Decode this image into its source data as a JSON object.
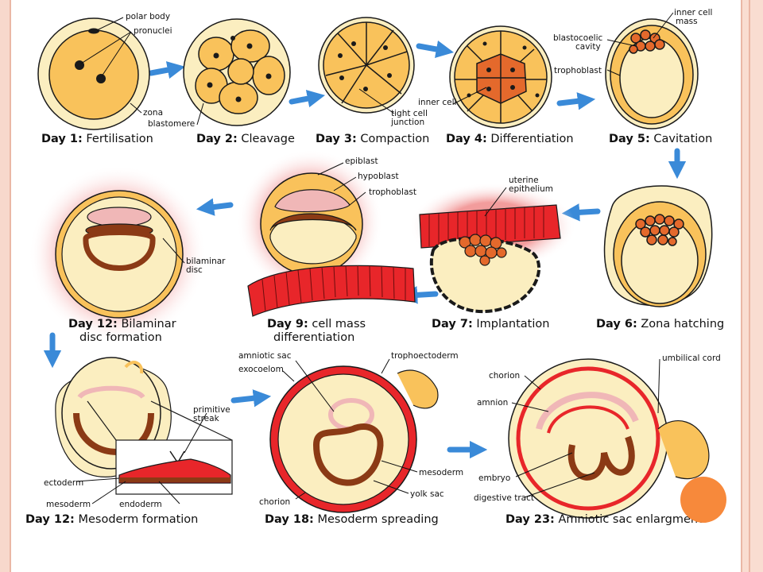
{
  "stages": [
    {
      "day": "Day 1:",
      "name": "Fertilisation"
    },
    {
      "day": "Day 2:",
      "name": "Cleavage"
    },
    {
      "day": "Day 3:",
      "name": "Compaction"
    },
    {
      "day": "Day 4:",
      "name": "Differentiation"
    },
    {
      "day": "Day 5:",
      "name": "Cavitation"
    },
    {
      "day": "Day 6:",
      "name": "Zona hatching"
    },
    {
      "day": "Day 7:",
      "name": "Implantation"
    },
    {
      "day": "Day 9:",
      "name": "cell mass",
      "name2": "differentiation"
    },
    {
      "day": "Day 12:",
      "name": "Bilaminar",
      "name2": "disc formation"
    },
    {
      "day": "Day 12:",
      "name": "Mesoderm formation"
    },
    {
      "day": "Day 18:",
      "name": "Mesoderm spreading"
    },
    {
      "day": "Day 23:",
      "name": "Amniotic sac enlargment"
    }
  ],
  "labels": {
    "polar_body": "polar body",
    "pronuclei": "pronuclei",
    "zona": "zona",
    "blastomere": "blastomere",
    "tight_cell": "tight cell",
    "junction": "junction",
    "inner_cell": "inner cell",
    "inner_cell_mass_1": "inner cell",
    "inner_cell_mass_2": "mass",
    "blastocoelic_1": "blastocoelic",
    "blastocoelic_2": "cavity",
    "trophoblast": "trophoblast",
    "uterine_1": "uterine",
    "uterine_2": "epithelium",
    "epiblast": "epiblast",
    "hypoblast": "hypoblast",
    "trophoblast_9": "trophoblast",
    "bilaminar_1": "bilaminar",
    "bilaminar_2": "disc",
    "primitive_1": "primitive",
    "primitive_2": "streak",
    "ectoderm": "ectoderm",
    "mesoderm": "mesoderm",
    "endoderm": "endoderm",
    "amniotic_sac": "amniotic sac",
    "exocoelom": "exocoelom",
    "trophoectoderm": "trophoectoderm",
    "mesoderm_18": "mesoderm",
    "yolk_sac": "yolk sac",
    "chorion_18": "chorion",
    "chorion_23": "chorion",
    "amnion": "amnion",
    "umbilical_cord": "umbilical cord",
    "embryo": "embryo",
    "digestive_tract": "digestive tract"
  },
  "colors": {
    "cell_fill": "#f9c25b",
    "zona": "#fbeec0",
    "outline": "#1a1a1a",
    "inner_mass": "#e4692c",
    "epithelium_red": "#e8262a",
    "arrow_blue": "#3a8ad8",
    "glow": "#f3a0a0",
    "accent_orange": "#f7893b"
  }
}
